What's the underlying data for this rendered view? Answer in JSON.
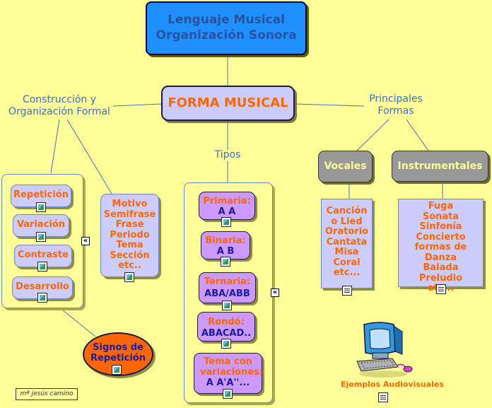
{
  "title": {
    "line1": "Lenguaje Musical",
    "line2": "Organización Sonora"
  },
  "central": "FORMA MUSICAL",
  "branches": {
    "left": {
      "line1": "Construcción y",
      "line2": "Organización Formal"
    },
    "middle": "Tipos",
    "right": {
      "line1": "Principales",
      "line2": "Formas"
    }
  },
  "elements": [
    "Repetición",
    "Variación",
    "Contraste",
    "Desarrollo"
  ],
  "structure_units": [
    "Motivo",
    "Semifrase",
    "Frase",
    "Periodo",
    "Tema",
    "Sección",
    "etc.."
  ],
  "types": [
    {
      "name": "Primaria:",
      "scheme": "A A"
    },
    {
      "name": "Binaria:",
      "scheme": "A B"
    },
    {
      "name": "Ternaria:",
      "scheme": "ABA/ABB"
    },
    {
      "name": "Rondó:",
      "scheme": "ABACAD.."
    },
    {
      "name": "Tema con variaciones:",
      "scheme": "A A'A''..."
    }
  ],
  "vocal": {
    "label": "Vocales",
    "items": [
      "Canción o Lied",
      "Oratorio",
      "Cantata",
      "Misa",
      "Coral",
      "etc..."
    ]
  },
  "instrumental": {
    "label": "Instrumentales",
    "items": [
      "Fuga",
      "Sonata",
      "Sinfonía",
      "Concierto",
      "formas de Danza",
      "Balada",
      "Preludio",
      "etc..."
    ]
  },
  "signs": {
    "line1": "Signos de",
    "line2": "Repetición"
  },
  "audiovisual": "Ejemplos Audiovisuales",
  "credit": "mª jesús camino",
  "collapse_glyph": "«",
  "icons": {
    "resource": "image-resource-icon",
    "document": "document-icon",
    "computer": "computer-icon"
  },
  "colors": {
    "background": "#ffff99",
    "accent_orange": "#ff6600",
    "node_blue": "#1e90ff",
    "node_lilac": "#ccccff",
    "node_purple": "#cc99ff",
    "node_gray": "#999999",
    "link_text": "#3a6fc4"
  }
}
